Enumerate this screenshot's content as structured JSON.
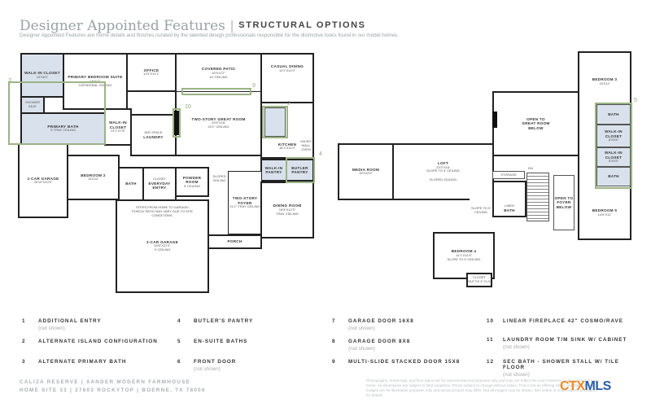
{
  "header": {
    "title": "Designer Appointed Features",
    "separator": "|",
    "subtitle": "STRUCTURAL OPTIONS",
    "description": "Designer Appointed Features are home details and finishes curated by the talented design professionals responsible for the distinctive looks found in our model homes."
  },
  "first_floor": {
    "rooms": [
      {
        "name": "WALK-IN CLOSET",
        "dims": "10'X8'3\""
      },
      {
        "name": "PRIMARY BEDROOM SUITE",
        "dims": "16'X14'",
        "note": "CATHEDRAL CEILING"
      },
      {
        "name": "OFFICE",
        "dims": "11'5\"X11'1\""
      },
      {
        "name": "COVERED PATIO",
        "dims": "20'X11'2\"",
        "note": "10' CEILING"
      },
      {
        "name": "CASUAL DINING",
        "dims": "12'1\"X11'9\""
      },
      {
        "name": "PRIMARY BATH",
        "dims": "",
        "note": "9' TRAY CEILING"
      },
      {
        "name": "WALK-IN CLOSET",
        "dims": "13'1\"X7'8\""
      },
      {
        "name": "LAUNDRY",
        "dims": ""
      },
      {
        "name": "TWO-STORY GREAT ROOM",
        "dims": "20'6\"X18'",
        "note": "20'1\" CEILING"
      },
      {
        "name": "KITCHEN",
        "dims": "18'1\"X11'9\""
      },
      {
        "name": "WALK-IN PANTRY",
        "dims": ""
      },
      {
        "name": "BUTLER PANTRY",
        "dims": ""
      },
      {
        "name": "1-CAR GARAGE",
        "dims": "20'10\"X10'5\""
      },
      {
        "name": "BEDROOM 2",
        "dims": "13'X12'"
      },
      {
        "name": "BATH",
        "dims": ""
      },
      {
        "name": "EVERYDAY ENTRY",
        "dims": ""
      },
      {
        "name": "POWDER ROOM",
        "dims": "",
        "note": "9' CEILING"
      },
      {
        "name": "TWO-STORY FOYER",
        "dims": "",
        "note": "21'1\" TRAY CEILING"
      },
      {
        "name": "DINING ROOM",
        "dims": "16'5\"X12'3\"",
        "note": "TRAY CEILING"
      },
      {
        "name": "PORCH",
        "dims": ""
      },
      {
        "name": "2-CAR GARAGE",
        "dims": "26'8\"X21'3\"",
        "note": "9' CEILING"
      }
    ],
    "labels": {
      "shower": "SHOWER",
      "seat": "SEAT",
      "closet": "CLOSET",
      "wd": "W/D SPACE",
      "micro": "MICRO WALL OVEN",
      "sloped": "SLOPED CEILING",
      "steps": "STEPS FROM HOME TO GARAGE/ PORCH/ PATIO MAY VARY DUE TO SITE CONDITIONS."
    }
  },
  "second_floor": {
    "rooms": [
      {
        "name": "MEDIA ROOM",
        "dims": "16'X12'5\""
      },
      {
        "name": "LOFT",
        "dims": "23'3\"X16'",
        "note": "SLOPE TO 9' CEILING"
      },
      {
        "name": "OPEN TO GREAT ROOM BELOW",
        "dims": ""
      },
      {
        "name": "BEDROOM 3",
        "dims": "15'X12'"
      },
      {
        "name": "BATH",
        "dims": ""
      },
      {
        "name": "WALK-IN CLOSET",
        "dims": "8'X5'6\""
      },
      {
        "name": "WALK-IN CLOSET",
        "dims": "8'X5'6\""
      },
      {
        "name": "BATH",
        "dims": ""
      },
      {
        "name": "BEDROOM 5",
        "dims": "14'6\"X12'"
      },
      {
        "name": "STORAGE",
        "dims": ""
      },
      {
        "name": "BATH",
        "dims": ""
      },
      {
        "name": "OPEN TO FOYER BELOW",
        "dims": ""
      },
      {
        "name": "BEDROOM 4",
        "dims": "14'1\"X11'6\"",
        "note": "SLOPE TO 9' CEILING"
      },
      {
        "name": "CLOSET",
        "dims": "SLP TO 9' CLG"
      }
    ],
    "labels": {
      "sloped": "SLOPED CEILING",
      "slope9": "SLOPE TO 9' CEILING",
      "linen": "LINEN",
      "dn": "DN"
    }
  },
  "callouts": [
    "2",
    "3",
    "4",
    "5",
    "9",
    "10"
  ],
  "legend": [
    {
      "num": "1",
      "label": "ADDITIONAL ENTRY",
      "note": "(not shown)"
    },
    {
      "num": "2",
      "label": "ALTERNATE ISLAND CONFIGURATION",
      "note": ""
    },
    {
      "num": "3",
      "label": "ALTERNATE PRIMARY BATH",
      "note": ""
    },
    {
      "num": "4",
      "label": "BUTLER'S PANTRY",
      "note": ""
    },
    {
      "num": "5",
      "label": "EN-SUITE BATHS",
      "note": ""
    },
    {
      "num": "6",
      "label": "FRONT DOOR",
      "note": "(not shown)"
    },
    {
      "num": "7",
      "label": "GARAGE DOOR 16X8",
      "note": "(not shown)"
    },
    {
      "num": "8",
      "label": "GARAGE DOOR 8X8",
      "note": "(not shown)"
    },
    {
      "num": "9",
      "label": "MULTI-SLIDE STACKED DOOR 15X8",
      "note": ""
    },
    {
      "num": "10",
      "label": "LINEAR FIREPLACE 42\" COSMO/RAVE",
      "note": ""
    },
    {
      "num": "11",
      "label": "LAUNDRY ROOM T/M SINK W/ CABINET",
      "note": "(not shown)"
    },
    {
      "num": "12",
      "label": "SEC BATH - SHOWER STALL W/ TILE FLOOR",
      "note": "(not shown)"
    }
  ],
  "footer": {
    "line1": "CALIZA RESERVE | XANDER MODERN FARMHOUSE",
    "line2": "HOME SITE 33 | 27603 ROCKYTOP | BOERNE, TX 78006",
    "disclaimer": "Photographs, renderings, and floor plans are for representational purposes only and may not reflect the exact features or dimensions of your home. All dimensions are subject to field variations. Prices subject to change without notice. This is not an offering where prohibited by law. Images are for illustrative purposes only and actual product may differ. Not all images may be shown. See online or onsite sales consultants for details."
  },
  "watermark": {
    "text_a": "CTX",
    "text_b": "MLS"
  },
  "colors": {
    "highlight_green": "#9bb486",
    "shaded_room": "#d9e2ec",
    "wall": "#222222",
    "ctx_orange": "#f08a24",
    "mls_blue": "#2a5ea8"
  }
}
